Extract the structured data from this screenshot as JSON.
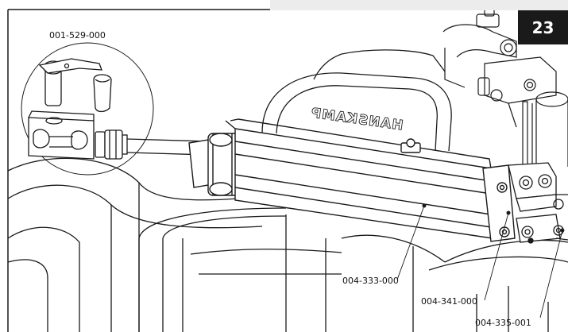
{
  "page": {
    "number": "23"
  },
  "detail": {
    "part_number": "001-529-000"
  },
  "brand": {
    "text": "HANSKAMP"
  },
  "callouts": [
    {
      "part": "004-333-000"
    },
    {
      "part": "004-341-000"
    },
    {
      "part": "004-335-001"
    }
  ]
}
